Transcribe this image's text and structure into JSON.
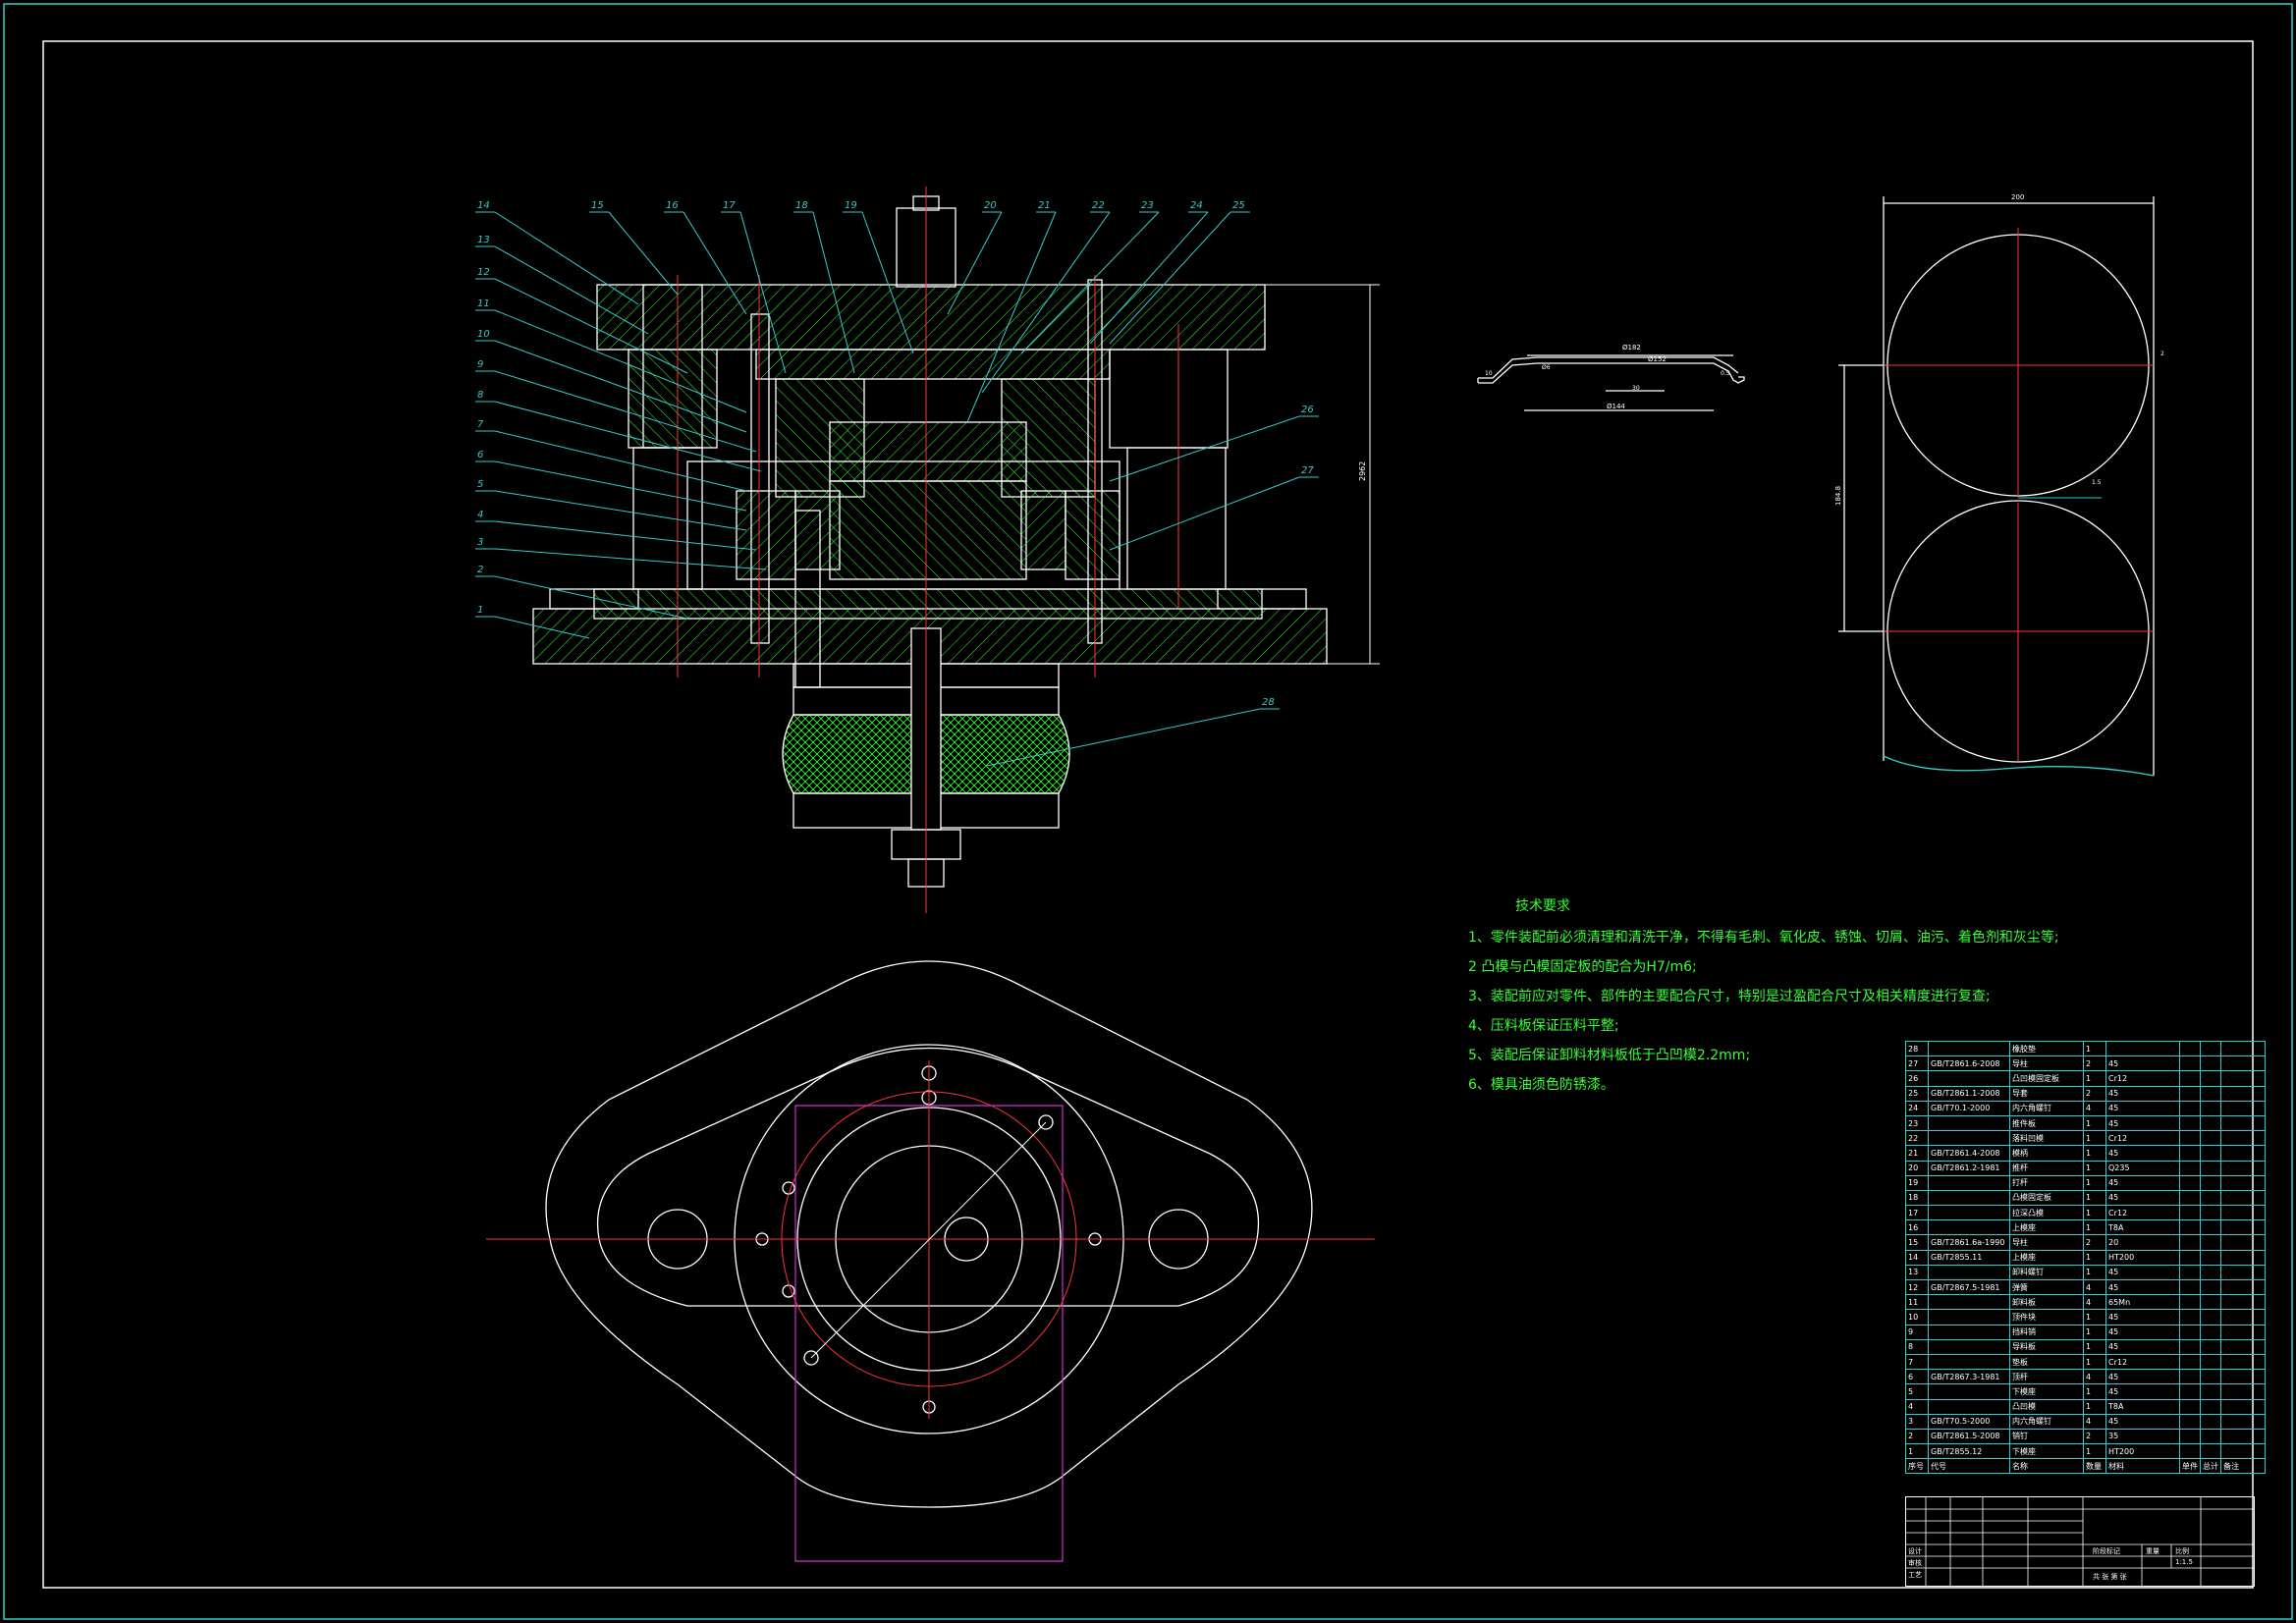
{
  "part_labels": [
    "1",
    "2",
    "3",
    "4",
    "5",
    "6",
    "7",
    "8",
    "9",
    "10",
    "11",
    "12",
    "13",
    "14",
    "15",
    "16",
    "17",
    "18",
    "19",
    "20",
    "21",
    "22",
    "23",
    "24",
    "25",
    "26",
    "27",
    "28"
  ],
  "dimensions": {
    "assembly_height": "2962",
    "part_outer_diameter": "Ø182",
    "part_flange": "Ø152",
    "part_inner": "Ø144",
    "part_small1": "Ø6",
    "part_small2": "30",
    "part_left_h": "10",
    "part_right_h": "0.5",
    "strip_width": "200",
    "strip_pitch": "184.8",
    "strip_gap": "1.5",
    "strip_side": "2"
  },
  "technical_requirements": {
    "title": "技术要求",
    "items": [
      "1、零件装配前必须清理和清洗干净，不得有毛刺、氧化皮、锈蚀、切屑、油污、着色剂和灰尘等;",
      "2 凸模与凸模固定板的配合为H7/m6;",
      "3、装配前应对零件、部件的主要配合尺寸，特别是过盈配合尺寸及相关精度进行复查;",
      "4、压料板保证压料平整;",
      "5、装配后保证卸料材料板低于凸凹模2.2mm;",
      "6、模具油须色防锈漆。"
    ]
  },
  "bom": {
    "rows": [
      {
        "no": "28",
        "code": "",
        "name": "橡胶垫",
        "qty": "1",
        "mat": ""
      },
      {
        "no": "27",
        "code": "GB/T2861.6-2008",
        "name": "导柱",
        "qty": "2",
        "mat": "45"
      },
      {
        "no": "26",
        "code": "",
        "name": "凸凹模固定板",
        "qty": "1",
        "mat": "Cr12"
      },
      {
        "no": "25",
        "code": "GB/T2861.1-2008",
        "name": "导套",
        "qty": "2",
        "mat": "45"
      },
      {
        "no": "24",
        "code": "GB/T70.1-2000",
        "name": "内六角螺钉",
        "qty": "4",
        "mat": "45"
      },
      {
        "no": "23",
        "code": "",
        "name": "推件板",
        "qty": "1",
        "mat": "45"
      },
      {
        "no": "22",
        "code": "",
        "name": "落料凹模",
        "qty": "1",
        "mat": "Cr12"
      },
      {
        "no": "21",
        "code": "GB/T2861.4-2008",
        "name": "模柄",
        "qty": "1",
        "mat": "45"
      },
      {
        "no": "20",
        "code": "GB/T2861.2-1981",
        "name": "推杆",
        "qty": "1",
        "mat": "Q235"
      },
      {
        "no": "19",
        "code": "",
        "name": "打杆",
        "qty": "1",
        "mat": "45"
      },
      {
        "no": "18",
        "code": "",
        "name": "凸模固定板",
        "qty": "1",
        "mat": "45"
      },
      {
        "no": "17",
        "code": "",
        "name": "拉深凸模",
        "qty": "1",
        "mat": "Cr12"
      },
      {
        "no": "16",
        "code": "",
        "name": "上模座",
        "qty": "1",
        "mat": "T8A"
      },
      {
        "no": "15",
        "code": "GB/T2861.6a-1990",
        "name": "导柱",
        "qty": "2",
        "mat": "20"
      },
      {
        "no": "14",
        "code": "GB/T2855.11",
        "name": "上模座",
        "qty": "1",
        "mat": "HT200"
      },
      {
        "no": "13",
        "code": "",
        "name": "卸料螺钉",
        "qty": "1",
        "mat": "45"
      },
      {
        "no": "12",
        "code": "GB/T2867.5-1981",
        "name": "弹簧",
        "qty": "4",
        "mat": "45"
      },
      {
        "no": "11",
        "code": "",
        "name": "卸料板",
        "qty": "4",
        "mat": "65Mn"
      },
      {
        "no": "10",
        "code": "",
        "name": "顶件块",
        "qty": "1",
        "mat": "45"
      },
      {
        "no": "9",
        "code": "",
        "name": "挡料销",
        "qty": "1",
        "mat": "45"
      },
      {
        "no": "8",
        "code": "",
        "name": "导料板",
        "qty": "1",
        "mat": "45"
      },
      {
        "no": "7",
        "code": "",
        "name": "垫板",
        "qty": "1",
        "mat": "Cr12"
      },
      {
        "no": "6",
        "code": "GB/T2867.3-1981",
        "name": "顶杆",
        "qty": "4",
        "mat": "45"
      },
      {
        "no": "5",
        "code": "",
        "name": "下模座",
        "qty": "1",
        "mat": "45"
      },
      {
        "no": "4",
        "code": "",
        "name": "凸凹模",
        "qty": "1",
        "mat": "T8A"
      },
      {
        "no": "3",
        "code": "GB/T70.5-2000",
        "name": "内六角螺钉",
        "qty": "4",
        "mat": "45"
      },
      {
        "no": "2",
        "code": "GB/T2861.5-2008",
        "name": "销钉",
        "qty": "2",
        "mat": "35"
      },
      {
        "no": "1",
        "code": "GB/T2855.12",
        "name": "下模座",
        "qty": "1",
        "mat": "HT200"
      }
    ],
    "header": {
      "no": "序号",
      "code": "代号",
      "name": "名称",
      "qty": "数量",
      "mat": "材料",
      "w1": "单件",
      "w2": "总计",
      "note": "备注"
    }
  },
  "title_block": {
    "designer": "设计",
    "checker": "审核",
    "process": "工艺",
    "stage": "阶段标记",
    "weight": "重量",
    "scale": "比例",
    "scale_value": "1:1.5",
    "sheet": "共  张  第  张"
  },
  "colors": {
    "background": "#000000",
    "outline": "#ffffff",
    "hatch": "#33ff33",
    "leader": "#33cccc",
    "center": "#ff3333",
    "strip": "#cc33cc"
  }
}
